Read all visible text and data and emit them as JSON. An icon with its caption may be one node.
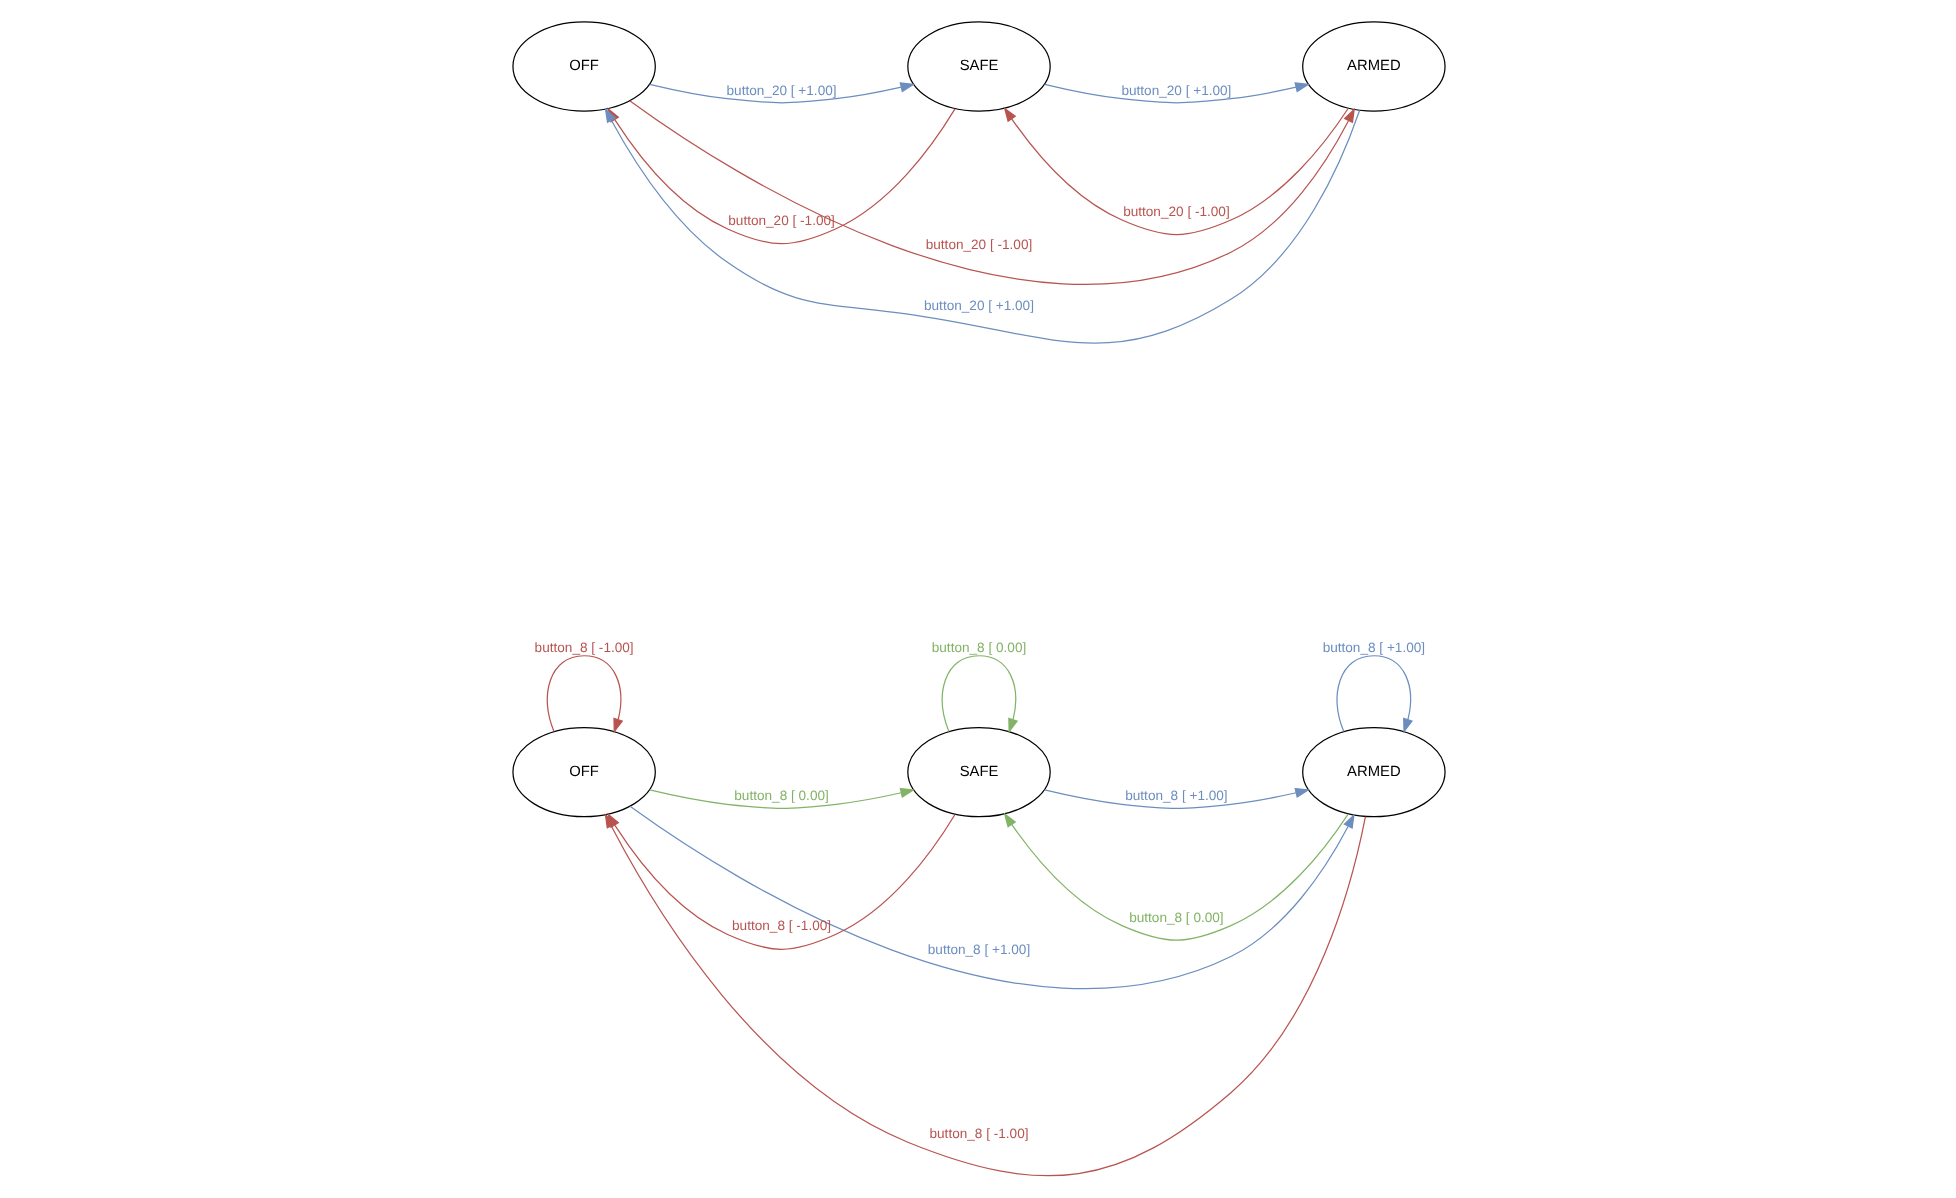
{
  "diagram": {
    "nodes": [
      {
        "text": [
          "OFF"
        ]
      },
      {
        "text": [
          "SAFE"
        ]
      },
      {
        "text": [
          "ARMED"
        ]
      },
      {
        "text": [
          "OFF"
        ]
      },
      {
        "text": [
          "SAFE"
        ]
      },
      {
        "text": [
          "ARMED"
        ]
      }
    ],
    "edges": [
      {
        "from": 0,
        "to": 2,
        "arrow": "to",
        "label": "button_20 [ -1.00]",
        "color": "#b85450"
      },
      {
        "from": 1,
        "to": 0,
        "arrow": "to",
        "label": "button_20 [ -1.00]",
        "color": "#b85450"
      },
      {
        "from": 2,
        "to": 1,
        "arrow": "to",
        "label": "button_20 [ -1.00]",
        "color": "#b85450"
      },
      {
        "from": 0,
        "to": 1,
        "arrow": "to",
        "label": "button_20 [ +1.00]",
        "color": "#6c8ebf"
      },
      {
        "from": 1,
        "to": 2,
        "arrow": "to",
        "label": "button_20 [ +1.00]",
        "color": "#6c8ebf"
      },
      {
        "from": 2,
        "to": 0,
        "arrow": "to",
        "label": "button_20 [ +1.00]",
        "color": "#6c8ebf"
      },
      {
        "from": 5,
        "to": 3,
        "arrow": "to",
        "label": "button_8 [ -1.00]",
        "color": "#b85450"
      },
      {
        "from": 3,
        "to": 3,
        "arrow": "to",
        "label": "button_8 [ -1.00]",
        "color": "#b85450"
      },
      {
        "from": 4,
        "to": 3,
        "arrow": "to",
        "label": "button_8 [ -1.00]",
        "color": "#b85450"
      },
      {
        "from": 4,
        "to": 4,
        "arrow": "to",
        "label": "button_8 [ 0.00]",
        "color": "#82b366"
      },
      {
        "from": 5,
        "to": 4,
        "arrow": "to",
        "label": "button_8 [ 0.00]",
        "color": "#82b366"
      },
      {
        "from": 5,
        "to": 5,
        "arrow": "to",
        "label": "button_8 [ +1.00]",
        "color": "#6c8ebf"
      },
      {
        "from": 3,
        "to": 4,
        "arrow": "to",
        "label": "button_8 [ 0.00]",
        "color": "#82b366"
      },
      {
        "from": 4,
        "to": 5,
        "arrow": "to",
        "label": "button_8 [ +1.00]",
        "color": "#6c8ebf"
      },
      {
        "from": 3,
        "to": 5,
        "arrow": "to",
        "label": "button_8 [ +1.00]",
        "color": "#6c8ebf"
      }
    ]
  }
}
